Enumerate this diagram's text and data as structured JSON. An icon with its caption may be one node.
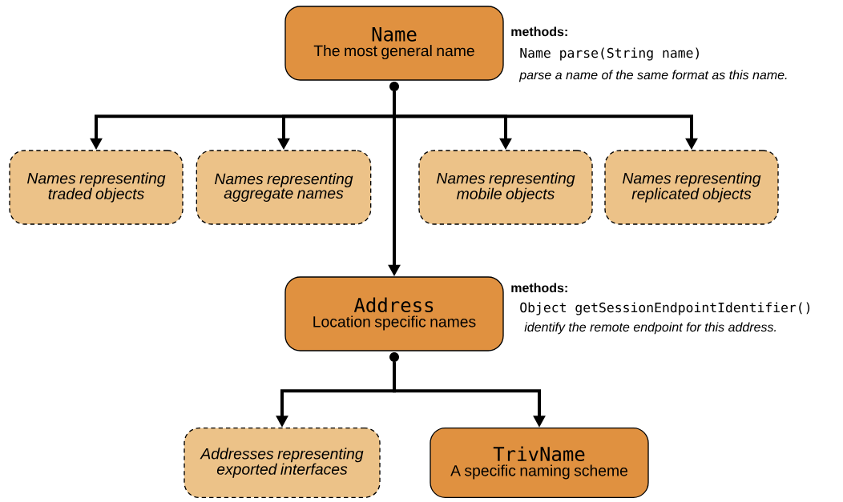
{
  "diagram": {
    "nodes": [
      {
        "text": [
          "Name",
          "The most general name"
        ],
        "beside": [
          "methods:",
          "Name parse(String name)",
          "parse a name of the same format as this name."
        ]
      },
      {
        "text": [],
        "shape": "circle"
      },
      {
        "text": [
          "Names representing traded objects"
        ]
      },
      {
        "text": [
          "Names representing aggregate names"
        ]
      },
      {
        "text": [
          "Names representing mobile objects"
        ]
      },
      {
        "text": [
          "Names representing replicated objects"
        ]
      },
      {
        "text": [
          "Address",
          "Location specific names"
        ],
        "beside": [
          "methods:",
          "Object getSessionEndpointIdentifier()",
          "identify the remote endpoint for this address."
        ]
      },
      {
        "text": [],
        "shape": "circle"
      },
      {
        "text": [
          "Addresses representing exported interfaces"
        ]
      },
      {
        "text": [
          "TrivName",
          "A specific naming scheme"
        ]
      }
    ],
    "edges": [
      {
        "from": 1,
        "to": 2,
        "arrow": "to"
      },
      {
        "from": 1,
        "to": 3,
        "arrow": "to"
      },
      {
        "from": 1,
        "to": 4,
        "arrow": "to"
      },
      {
        "from": 1,
        "to": 5,
        "arrow": "to"
      },
      {
        "from": 1,
        "to": 6,
        "arrow": "to"
      },
      {
        "from": 7,
        "to": 8,
        "arrow": "to"
      },
      {
        "from": 7,
        "to": 9,
        "arrow": "to"
      }
    ]
  }
}
